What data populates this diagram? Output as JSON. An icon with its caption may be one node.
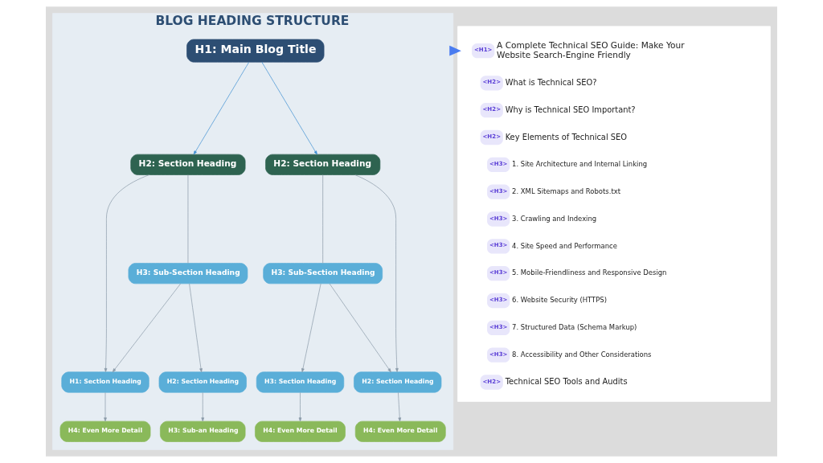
{
  "diagram": {
    "nodes": [
      {
        "text": [
          "BLOG HEADING STRUCTURE"
        ]
      },
      {
        "text": [
          "H1: Main Blog Title"
        ],
        "in": 0
      },
      {
        "text": [
          "H2: Section Heading"
        ],
        "in": 0
      },
      {
        "text": [
          "H2: Section Heading"
        ],
        "in": 0
      },
      {
        "text": [
          "H3: Sub-Section Heading"
        ],
        "in": 0
      },
      {
        "text": [
          "H3: Sub-Section Heading"
        ],
        "in": 0
      },
      {
        "text": [
          "H1: Section Heading"
        ],
        "in": 0
      },
      {
        "text": [
          "H2: Section Heading"
        ],
        "in": 0
      },
      {
        "text": [
          "H3: Section Heading"
        ],
        "in": 0
      },
      {
        "text": [
          "H2: Section Heading"
        ],
        "in": 0
      },
      {
        "text": [
          "H4: Even More Detail"
        ],
        "in": 0
      },
      {
        "text": [
          "H3: Sub-an Heading"
        ],
        "in": 0
      },
      {
        "text": [
          "H4: Even More Detail"
        ],
        "in": 0
      },
      {
        "text": [
          "H4: Even More Detail"
        ],
        "in": 0
      },
      {
        "text": [],
        "shape": "box"
      },
      {
        "text": [
          "<H1>"
        ],
        "beside": [
          "A Complete Technical SEO Guide: Make Your Website Search-Engine Friendly"
        ],
        "in": 14
      },
      {
        "text": [
          "<H2>"
        ],
        "beside": [
          "What is Technical SEO?"
        ],
        "in": 14
      },
      {
        "text": [
          "<H2>"
        ],
        "beside": [
          "Why is Technical SEO Important?"
        ],
        "in": 14
      },
      {
        "text": [
          "<H2>"
        ],
        "beside": [
          "Key Elements of Technical SEO"
        ],
        "in": 14
      },
      {
        "text": [
          "<H3>"
        ],
        "beside": [
          "1. Site Architecture and Internal Linking"
        ],
        "in": 14
      },
      {
        "text": [
          "<H3>"
        ],
        "beside": [
          "2. XML Sitemaps and Robots.txt"
        ],
        "in": 14
      },
      {
        "text": [
          "<H3>"
        ],
        "beside": [
          "3. Crawling and Indexing"
        ],
        "in": 14
      },
      {
        "text": [
          "<H3>"
        ],
        "beside": [
          "4. Site Speed and Performance"
        ],
        "in": 14
      },
      {
        "text": [
          "<H3>"
        ],
        "beside": [
          "5. Mobile-Friendliness and Responsive Design"
        ],
        "in": 14
      },
      {
        "text": [
          "<H3>"
        ],
        "beside": [
          "6. Website Security (HTTPS)"
        ],
        "in": 14
      },
      {
        "text": [
          "<H3>"
        ],
        "beside": [
          "7. Structured Data (Schema Markup)"
        ],
        "in": 14
      },
      {
        "text": [
          "<H3>"
        ],
        "beside": [
          "8. Accessibility and Other Considerations"
        ],
        "in": 14
      },
      {
        "text": [
          "<H2>"
        ],
        "beside": [
          "Technical SEO Tools and Audits"
        ],
        "in": 14
      }
    ],
    "edges": [
      {
        "from": 1,
        "to": 2,
        "arrow": "to",
        "color": "#3d8fd1"
      },
      {
        "from": 1,
        "to": 3,
        "arrow": "to",
        "color": "#3d8fd1"
      },
      {
        "from": 2,
        "to": 4,
        "arrow": "none"
      },
      {
        "from": 3,
        "to": 5,
        "arrow": "none"
      },
      {
        "from": 4,
        "to": 6,
        "arrow": "to"
      },
      {
        "from": 4,
        "to": 7,
        "arrow": "to"
      },
      {
        "from": 5,
        "to": 8,
        "arrow": "to"
      },
      {
        "from": 5,
        "to": 9,
        "arrow": "to"
      },
      {
        "from": 6,
        "to": 10,
        "arrow": "to"
      },
      {
        "from": 7,
        "to": 11,
        "arrow": "to"
      },
      {
        "from": 8,
        "to": 12,
        "arrow": "to"
      },
      {
        "from": 9,
        "to": 13,
        "arrow": "to"
      },
      {
        "from": 2,
        "to": 6,
        "arrow": "to"
      },
      {
        "from": 3,
        "to": 9,
        "arrow": "to"
      },
      {
        "from": 0,
        "to": 14,
        "arrow": "to",
        "style": "thick",
        "color": "#4a7cf0"
      }
    ]
  }
}
